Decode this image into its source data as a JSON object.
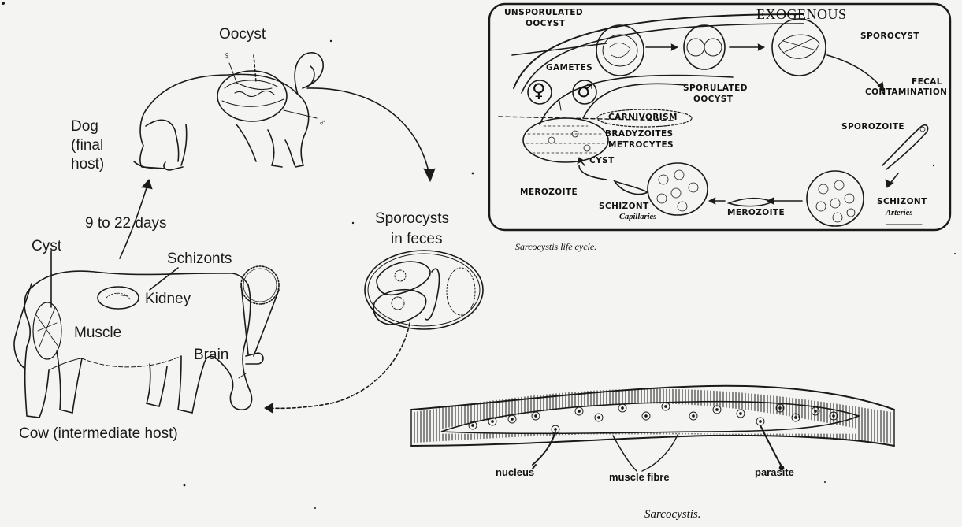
{
  "left_diagram": {
    "oocyst": "Oocyst",
    "dog": "Dog",
    "final": "(final",
    "host": "host)",
    "days": "9 to 22 days",
    "cyst": "Cyst",
    "schizonts": "Schizonts",
    "kidney": "Kidney",
    "muscle": "Muscle",
    "brain": "Brain",
    "sporocysts": "Sporocysts",
    "in_feces": "in feces",
    "cow": "Cow (intermediate host)",
    "female_symbol": "♀",
    "male_symbol": "♂"
  },
  "life_cycle": {
    "unsporulated_1": "UNSPORULATED",
    "unsporulated_2": "OOCYST",
    "exogenous": "EXOGENOUS",
    "sporocyst": "SPOROCYST",
    "gametes": "GAMETES",
    "female_symbol": "♀",
    "male_symbol": "♂",
    "sporulated_1": "SPORULATED",
    "sporulated_2": "OOCYST",
    "fecal_1": "FECAL",
    "fecal_2": "CONTAMINATION",
    "carnivorism": "CARNIVORISM",
    "bradyzoites_1": "BRADYZOITES",
    "bradyzoites_2": "METROCYTES",
    "sporozoite": "SPOROZOITE",
    "cyst": "CYST",
    "merozoite_left": "MEROZOITE",
    "schizont_cap": "SCHIZONT",
    "capillaries": "Capillaries",
    "merozoite_mid": "MEROZOITE",
    "schizont_art": "SCHIZONT",
    "arteries": "Arteries",
    "caption": "Sarcocystis life cycle."
  },
  "muscle_fibre": {
    "nucleus": "nucleus",
    "muscle_fibre": "muscle fibre",
    "parasite": "parasite",
    "caption": "Sarcocystis."
  },
  "colors": {
    "ink": "#1a1a1a",
    "paper": "#f4f4f2"
  }
}
